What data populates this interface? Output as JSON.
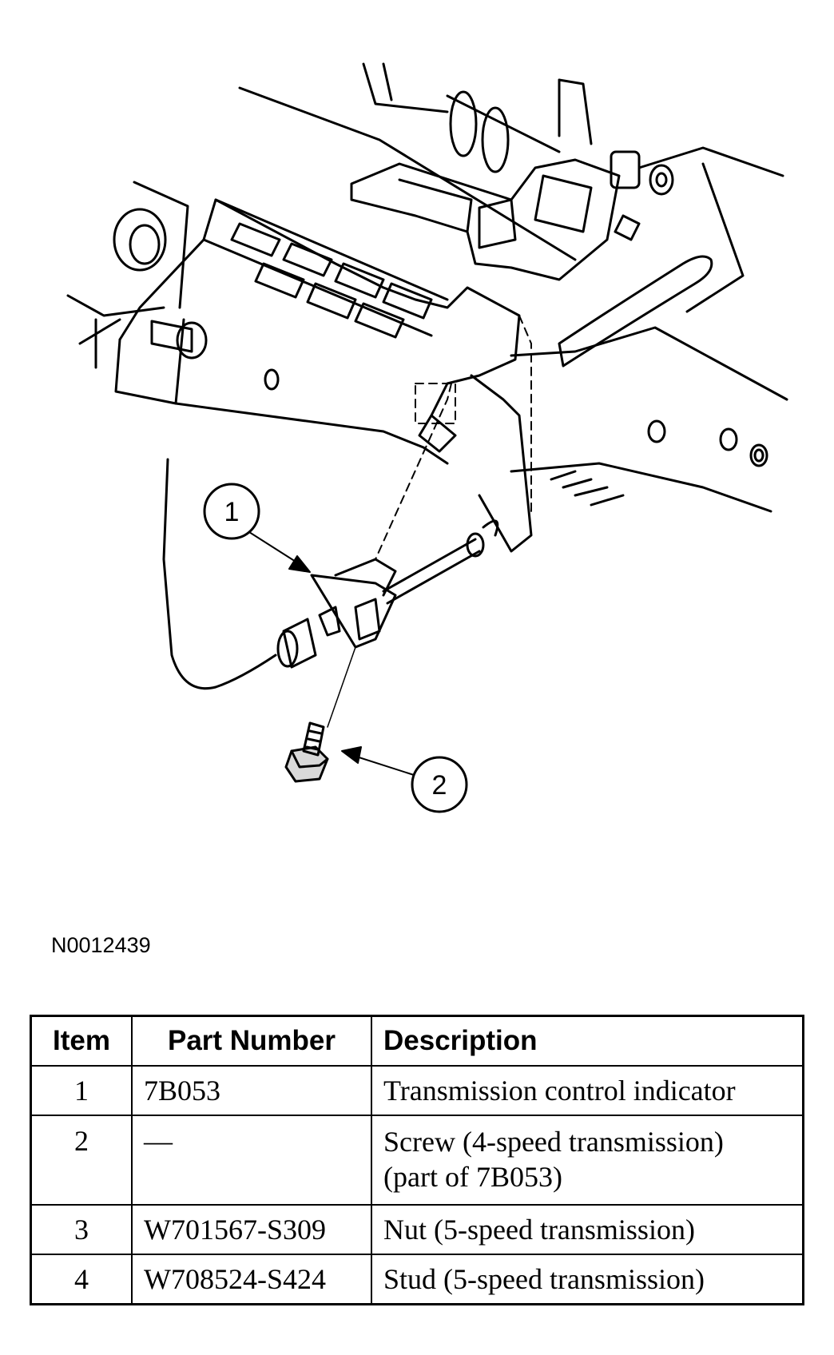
{
  "diagram": {
    "callouts": [
      "1",
      "2"
    ],
    "figure_id": "N0012439"
  },
  "table": {
    "headers": [
      "Item",
      "Part Number",
      "Description"
    ],
    "rows": [
      {
        "item": "1",
        "part_number": "7B053",
        "description": [
          "Transmission control indicator"
        ]
      },
      {
        "item": "2",
        "part_number": "—",
        "description": [
          "Screw (4-speed transmission)",
          "(part of 7B053)"
        ]
      },
      {
        "item": "3",
        "part_number": "W701567-S309",
        "description": [
          "Nut (5-speed transmission)"
        ]
      },
      {
        "item": "4",
        "part_number": "W708524-S424",
        "description": [
          "Stud (5-speed transmission)"
        ]
      }
    ]
  }
}
